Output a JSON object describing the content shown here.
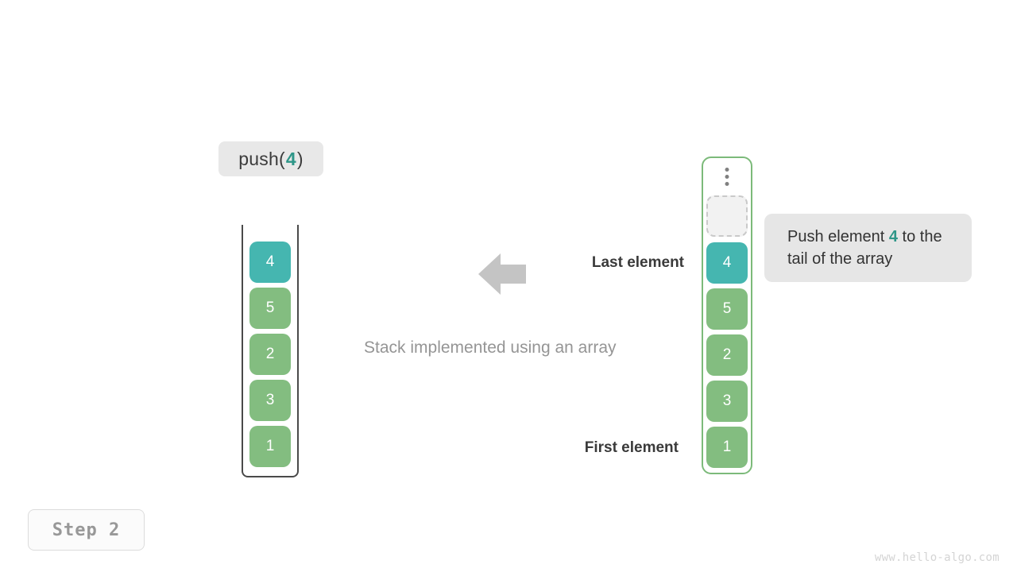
{
  "operation": {
    "prefix": "push(",
    "value": "4",
    "suffix": ")"
  },
  "left_stack": {
    "title": "stack-container",
    "cells": [
      {
        "value": "4",
        "color": "teal"
      },
      {
        "value": "5",
        "color": "green"
      },
      {
        "value": "2",
        "color": "green"
      },
      {
        "value": "3",
        "color": "green"
      },
      {
        "value": "1",
        "color": "green"
      }
    ]
  },
  "right_stack": {
    "title": "array-container",
    "dots_icon": "vertical-ellipsis-icon",
    "empty_slot_label": "",
    "cells": [
      {
        "value": "4",
        "color": "teal"
      },
      {
        "value": "5",
        "color": "green"
      },
      {
        "value": "2",
        "color": "green"
      },
      {
        "value": "3",
        "color": "green"
      },
      {
        "value": "1",
        "color": "green"
      }
    ]
  },
  "labels": {
    "last_element": "Last element",
    "first_element": "First element",
    "caption": "Stack implemented using an array",
    "arrow_icon": "arrow-left-icon"
  },
  "note": {
    "part1": "Push element ",
    "accent": "4",
    "part2": " to the tail of the array"
  },
  "step": {
    "label": "Step 2"
  },
  "watermark": {
    "text": "www.hello-algo.com"
  },
  "colors": {
    "teal": "#45b6b0",
    "green": "#83bd80",
    "accent_text": "#2e9688",
    "chip_bg": "#e8e8e8",
    "note_bg": "#e6e6e6",
    "arrow": "#c4c4c4",
    "container_border": "#4a4a4a",
    "array_border": "#7cba7a"
  }
}
